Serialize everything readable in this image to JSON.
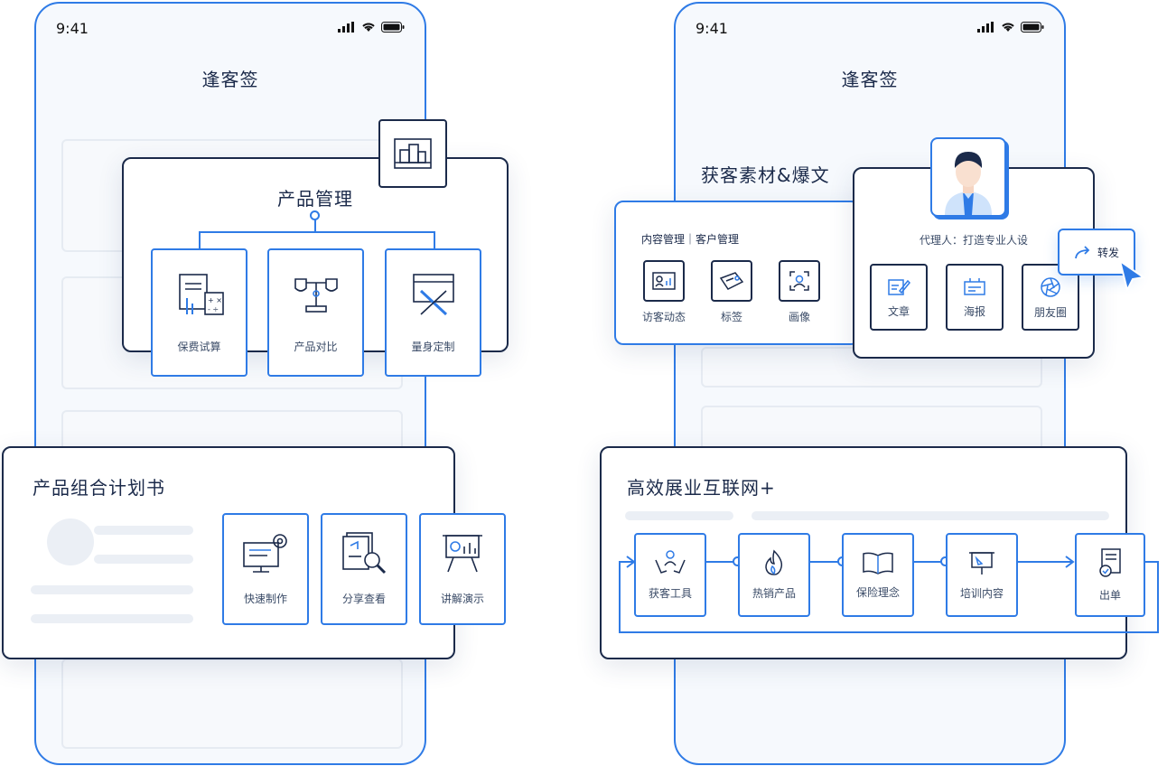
{
  "left_phone": {
    "status_time": "9:41",
    "app_title": "逢客签"
  },
  "right_phone": {
    "status_time": "9:41",
    "app_title": "逢客签"
  },
  "product_card": {
    "title": "产品管理",
    "tiles": [
      {
        "label": "保费试算",
        "icon": "calculator-icon"
      },
      {
        "label": "产品对比",
        "icon": "scale-icon"
      },
      {
        "label": "量身定制",
        "icon": "tools-icon"
      }
    ]
  },
  "plan_card": {
    "title": "产品组合计划书",
    "tiles": [
      {
        "label": "快速制作",
        "icon": "monitor-gear-icon"
      },
      {
        "label": "分享查看",
        "icon": "document-search-icon"
      },
      {
        "label": "讲解演示",
        "icon": "presentation-icon"
      }
    ]
  },
  "material_section": {
    "title": "获客素材&爆文"
  },
  "content_card": {
    "tabs": "内容管理｜客户管理",
    "items": [
      {
        "label": "访客动态",
        "icon": "visitor-chart-icon"
      },
      {
        "label": "标签",
        "icon": "tag-icon"
      },
      {
        "label": "画像",
        "icon": "portrait-icon"
      }
    ]
  },
  "agent_card": {
    "subtitle": "代理人：打造专业人设",
    "items": [
      {
        "label": "文章",
        "icon": "edit-doc-icon"
      },
      {
        "label": "海报",
        "icon": "poster-icon"
      },
      {
        "label": "朋友圈",
        "icon": "aperture-icon"
      }
    ],
    "forward_label": "转发"
  },
  "internet_card": {
    "title": "高效展业互联网+",
    "steps": [
      {
        "label": "获客工具",
        "icon": "people-hands-icon"
      },
      {
        "label": "热销产品",
        "icon": "fire-icon"
      },
      {
        "label": "保险理念",
        "icon": "book-icon"
      },
      {
        "label": "培训内容",
        "icon": "board-icon"
      },
      {
        "label": "出单",
        "icon": "contract-icon"
      }
    ]
  },
  "colors": {
    "accent": "#2f7be6",
    "dark": "#1b2a4a",
    "ghost": "#ebeff5"
  }
}
